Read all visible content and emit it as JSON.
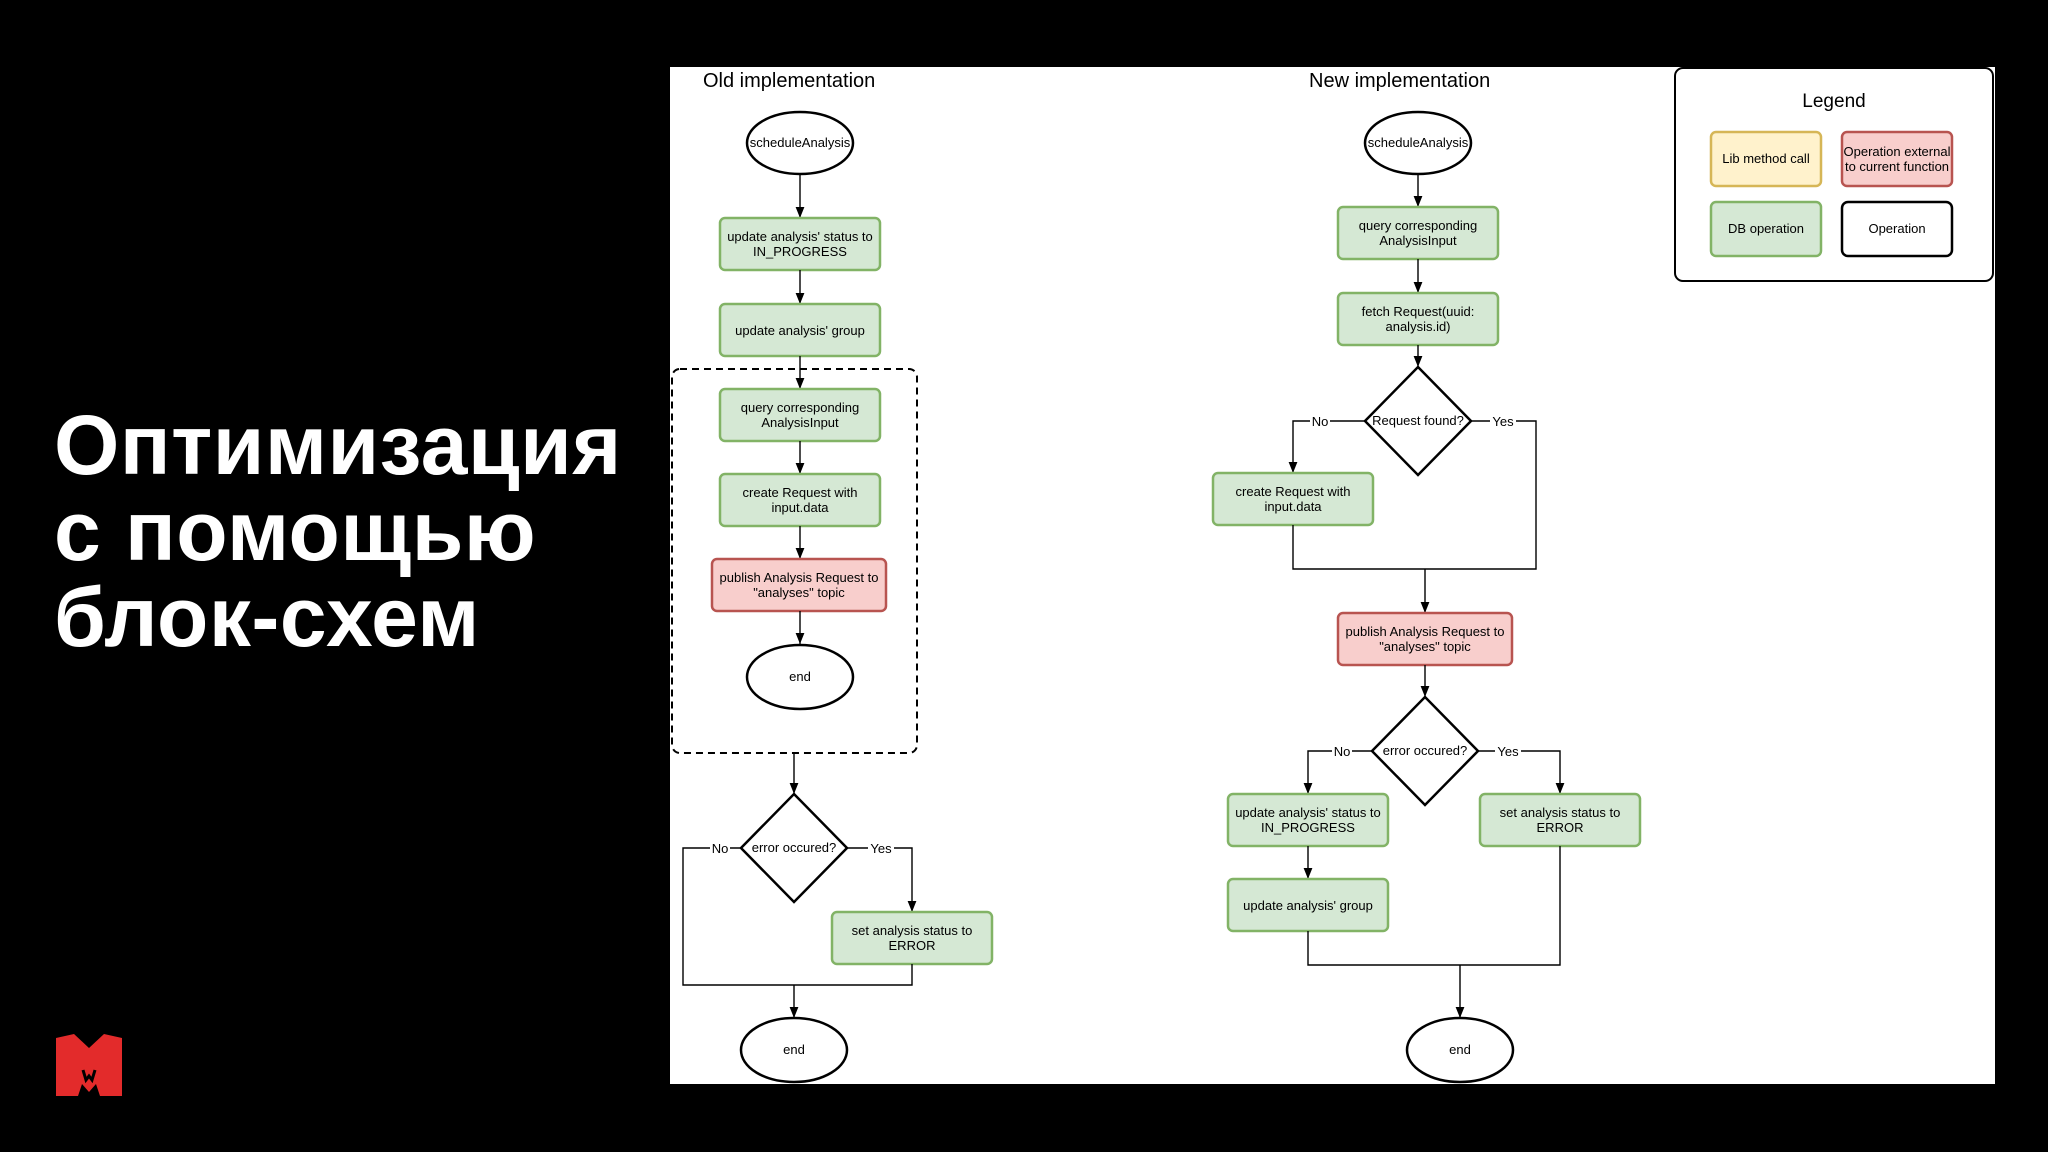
{
  "slide": {
    "title_lines": [
      "Оптимизация",
      "с помощью",
      "блок-схем"
    ]
  },
  "diagram": {
    "old_title": "Old implementation",
    "new_title": "New implementation",
    "legend": {
      "title": "Legend",
      "lib_line1": "Lib method call",
      "ext_line1": "Operation external",
      "ext_line2": "to current function",
      "db_line1": "DB operation",
      "op_line1": "Operation"
    },
    "old": {
      "start": "scheduleAnalysis",
      "n1_l1": "update analysis' status to",
      "n1_l2": "IN_PROGRESS",
      "n2_l1": "update analysis' group",
      "n3_l1": "query corresponding",
      "n3_l2": "AnalysisInput",
      "n4_l1": "create Request with",
      "n4_l2": "input.data",
      "n5_l1": "publish Analysis Request to",
      "n5_l2": "\"analyses\" topic",
      "end_inner": "end",
      "decision": "error occured?",
      "no": "No",
      "yes": "Yes",
      "err_l1": "set analysis status to",
      "err_l2": "ERROR",
      "end": "end"
    },
    "new": {
      "start": "scheduleAnalysis",
      "n1_l1": "query corresponding",
      "n1_l2": "AnalysisInput",
      "n2_l1": "fetch Request(uuid:",
      "n2_l2": "analysis.id)",
      "decision1": "Request found?",
      "no1": "No",
      "yes1": "Yes",
      "create_l1": "create Request with",
      "create_l2": "input.data",
      "pub_l1": "publish Analysis Request to",
      "pub_l2": "\"analyses\" topic",
      "decision2": "error occured?",
      "no2": "No",
      "yes2": "Yes",
      "upd_l1": "update analysis' status to",
      "upd_l2": "IN_PROGRESS",
      "grp_l1": "update analysis' group",
      "err_l1": "set analysis status to",
      "err_l2": "ERROR",
      "end": "end"
    },
    "colors": {
      "lib_fill": "#fff2cc",
      "lib_stroke": "#d6b656",
      "ext_fill": "#f8cecc",
      "ext_stroke": "#b85450",
      "db_fill": "#d5e8d4",
      "db_stroke": "#82b366"
    }
  }
}
